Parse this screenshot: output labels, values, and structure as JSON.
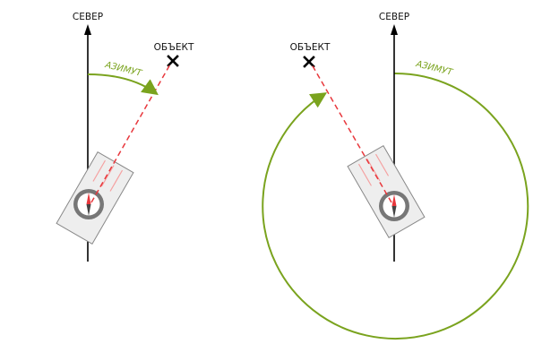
{
  "labels": {
    "north": "СЕВЕР",
    "object": "ОБЪЕКТ",
    "azimuth": "АЗИМУТ"
  },
  "colors": {
    "line": "#000000",
    "bearing": "#e8383d",
    "azimuth": "#7aa31e",
    "compass_plate": "#eeeeee",
    "compass_edge": "#888888",
    "dial_ring": "#777777"
  },
  "icons": {
    "object_marker": "x-cross-icon",
    "north_arrow": "arrow-up-icon",
    "compass": "baseplate-compass-icon"
  }
}
